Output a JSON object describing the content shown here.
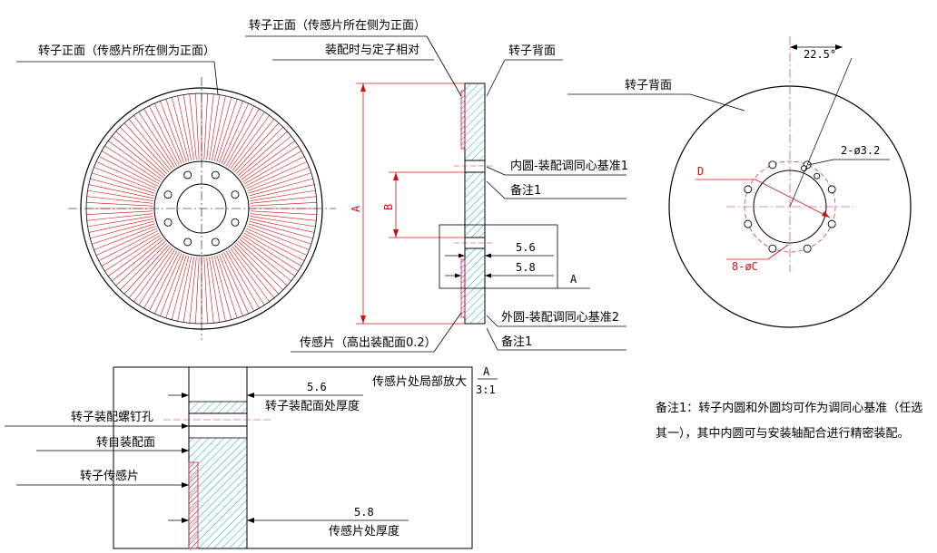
{
  "labels": {
    "front_left": "转子正面（传感片所在侧为正面）",
    "front_top": "转子正面（传感片所在侧为正面）",
    "assembly_face": "装配时与定子相对",
    "back_mid": "转子背面",
    "back_right": "转子背面",
    "inner_datum": "内圆-装配调同心基准1",
    "note1_a": "备注1",
    "outer_datum": "外圆-装配调同心基准2",
    "note1_b": "备注1",
    "sensor_sheet": "传感片（高出装配面0.2）",
    "dim_a_vertical": "A",
    "dim_b_vertical": "B",
    "dim_5_6": "5.6",
    "dim_5_8": "5.8",
    "detail_ref": "A",
    "angle": "22.5°",
    "holes_2": "2-ø3.2",
    "dim_d": "D",
    "holes_8": "8-øC",
    "detail_title": "传感片处局部放大",
    "detail_letter": "A",
    "detail_scale": "3:1",
    "detail_5_6": "5.6",
    "detail_5_6_caption": "转子装配面处厚度",
    "screw_hole": "转子装配螺钉孔",
    "self_face": "转自装配面",
    "rotor_sensor": "转子传感片",
    "detail_5_8": "5.8",
    "detail_5_8_caption": "传感片处厚度"
  },
  "note": "备注1：转子内圆和外圆均可作为调同心基准（任选其一），其中内圆可与安装轴配合进行精密装配。",
  "colors": {
    "line": "#000000",
    "red": "#d01010",
    "hatch_blue": "#1fa0c0",
    "pink": "#c02060"
  }
}
